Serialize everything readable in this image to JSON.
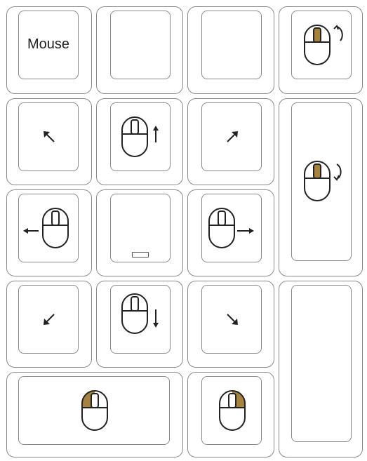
{
  "keypad": {
    "title_key_label": "Mouse",
    "colors": {
      "border": "#8a8a8a",
      "accent": "#a7823f",
      "stroke": "#222222"
    },
    "keys": [
      {
        "name": "mouse-label-key",
        "icon": "none"
      },
      {
        "name": "blank-key-1",
        "icon": "none"
      },
      {
        "name": "blank-key-2",
        "icon": "none"
      },
      {
        "name": "scroll-up-key",
        "icon": "mouse-scroll-up-icon"
      },
      {
        "name": "move-up-left-key",
        "icon": "arrow-up-left-icon"
      },
      {
        "name": "move-up-key",
        "icon": "mouse-move-up-icon"
      },
      {
        "name": "move-up-right-key",
        "icon": "arrow-up-right-icon"
      },
      {
        "name": "scroll-down-key",
        "icon": "mouse-scroll-down-icon"
      },
      {
        "name": "move-left-key",
        "icon": "mouse-move-left-icon"
      },
      {
        "name": "center-key",
        "icon": "center-bar-icon"
      },
      {
        "name": "move-right-key",
        "icon": "mouse-move-right-icon"
      },
      {
        "name": "move-down-left-key",
        "icon": "arrow-down-left-icon"
      },
      {
        "name": "move-down-key",
        "icon": "mouse-move-down-icon"
      },
      {
        "name": "move-down-right-key",
        "icon": "arrow-down-right-icon"
      },
      {
        "name": "blank-tall-key",
        "icon": "none"
      },
      {
        "name": "left-click-key",
        "icon": "mouse-left-click-icon"
      },
      {
        "name": "right-click-key",
        "icon": "mouse-right-click-icon"
      }
    ]
  }
}
